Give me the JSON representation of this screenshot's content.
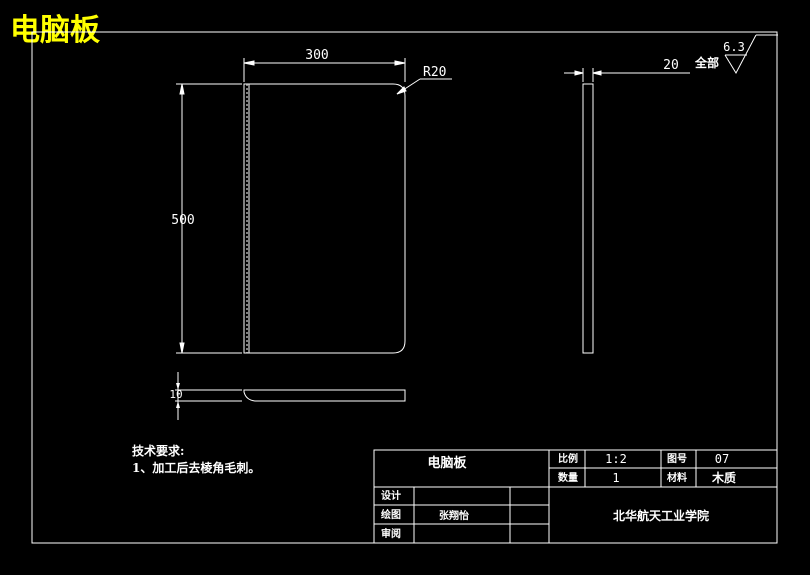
{
  "title": "电脑板",
  "dimensions": {
    "width": "300",
    "height": "500",
    "radius": "R20",
    "thickness": "20",
    "edge_thickness": "10"
  },
  "surface_finish": {
    "value": "6.3",
    "label": "全部"
  },
  "tech_requirements": {
    "heading": "技术要求:",
    "item1": "1、加工后去棱角毛刺。"
  },
  "title_block": {
    "part_name": "电脑板",
    "scale_label": "比例",
    "scale_value": "1:2",
    "drawing_no_label": "图号",
    "drawing_no_value": "07",
    "quantity_label": "数量",
    "quantity_value": "1",
    "material_label": "材料",
    "material_value": "木质",
    "design_label": "设计",
    "drawing_label": "绘图",
    "drawer_name": "张翔怡",
    "review_label": "审阅",
    "school": "北华航天工业学院"
  },
  "colors": {
    "background": "#000000",
    "lines": "#ffffff",
    "title": "#ffff00"
  }
}
